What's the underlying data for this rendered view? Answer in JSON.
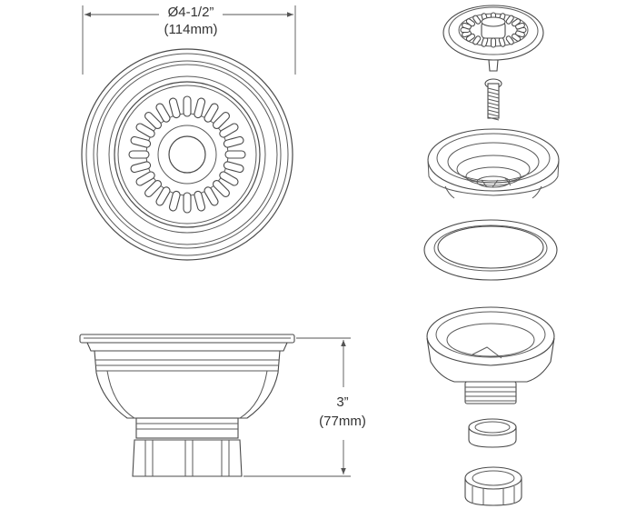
{
  "drawing": {
    "diameter_label": "Ø4-1/2”",
    "diameter_metric_label": "(114mm)",
    "height_label": "3”",
    "height_metric_label": "(77mm)"
  }
}
